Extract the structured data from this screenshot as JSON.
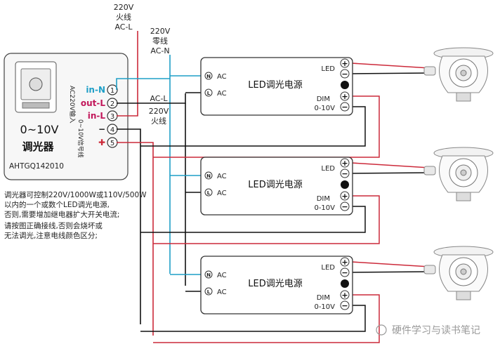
{
  "colors": {
    "wire_blue": "#1f9fc7",
    "wire_red": "#cc2a3a",
    "wire_black": "#111111",
    "accent_pink": "#c2185b",
    "label_blue": "#1f9fc7"
  },
  "top_labels": {
    "live": [
      "220V",
      "火线",
      "AC-L"
    ],
    "neutral": [
      "220V",
      "零线",
      "AC-N"
    ]
  },
  "dimmer": {
    "range": "0~10V",
    "name": "调光器",
    "model": "AHTGQ142010",
    "side_text_ac": "AC220V输入",
    "side_text_dc": "0~10V信号线"
  },
  "terminals": [
    {
      "num": "1",
      "label": "in-N"
    },
    {
      "num": "2",
      "label": "out-L"
    },
    {
      "num": "3",
      "label": "in-L"
    },
    {
      "num": "4",
      "label": "−"
    },
    {
      "num": "5",
      "label": "✚"
    }
  ],
  "mid_labels": {
    "acl": "AC-L",
    "live": [
      "220V",
      "火线"
    ]
  },
  "drivers": [
    {
      "title": "LED调光电源",
      "n": "N",
      "l": "L",
      "ac": "AC",
      "led": "LED",
      "dim": "DIM",
      "range": "0-10V"
    },
    {
      "title": "LED调光电源",
      "n": "N",
      "l": "L",
      "ac": "AC",
      "led": "LED",
      "dim": "DIM",
      "range": "0-10V"
    },
    {
      "title": "LED调光电源",
      "n": "N",
      "l": "L",
      "ac": "AC",
      "led": "LED",
      "dim": "DIM",
      "range": "0-10V"
    }
  ],
  "notes": [
    "调光器可控制220V/1000W或110V/500W",
    "以内的一个或数个LED调光电源,",
    "否则,需要增加继电器扩大开关电流;",
    "请按图正确接线,否则会烧坏或",
    "无法调光,注意电线颜色区分;"
  ],
  "watermark": "硬件学习与读书笔记"
}
